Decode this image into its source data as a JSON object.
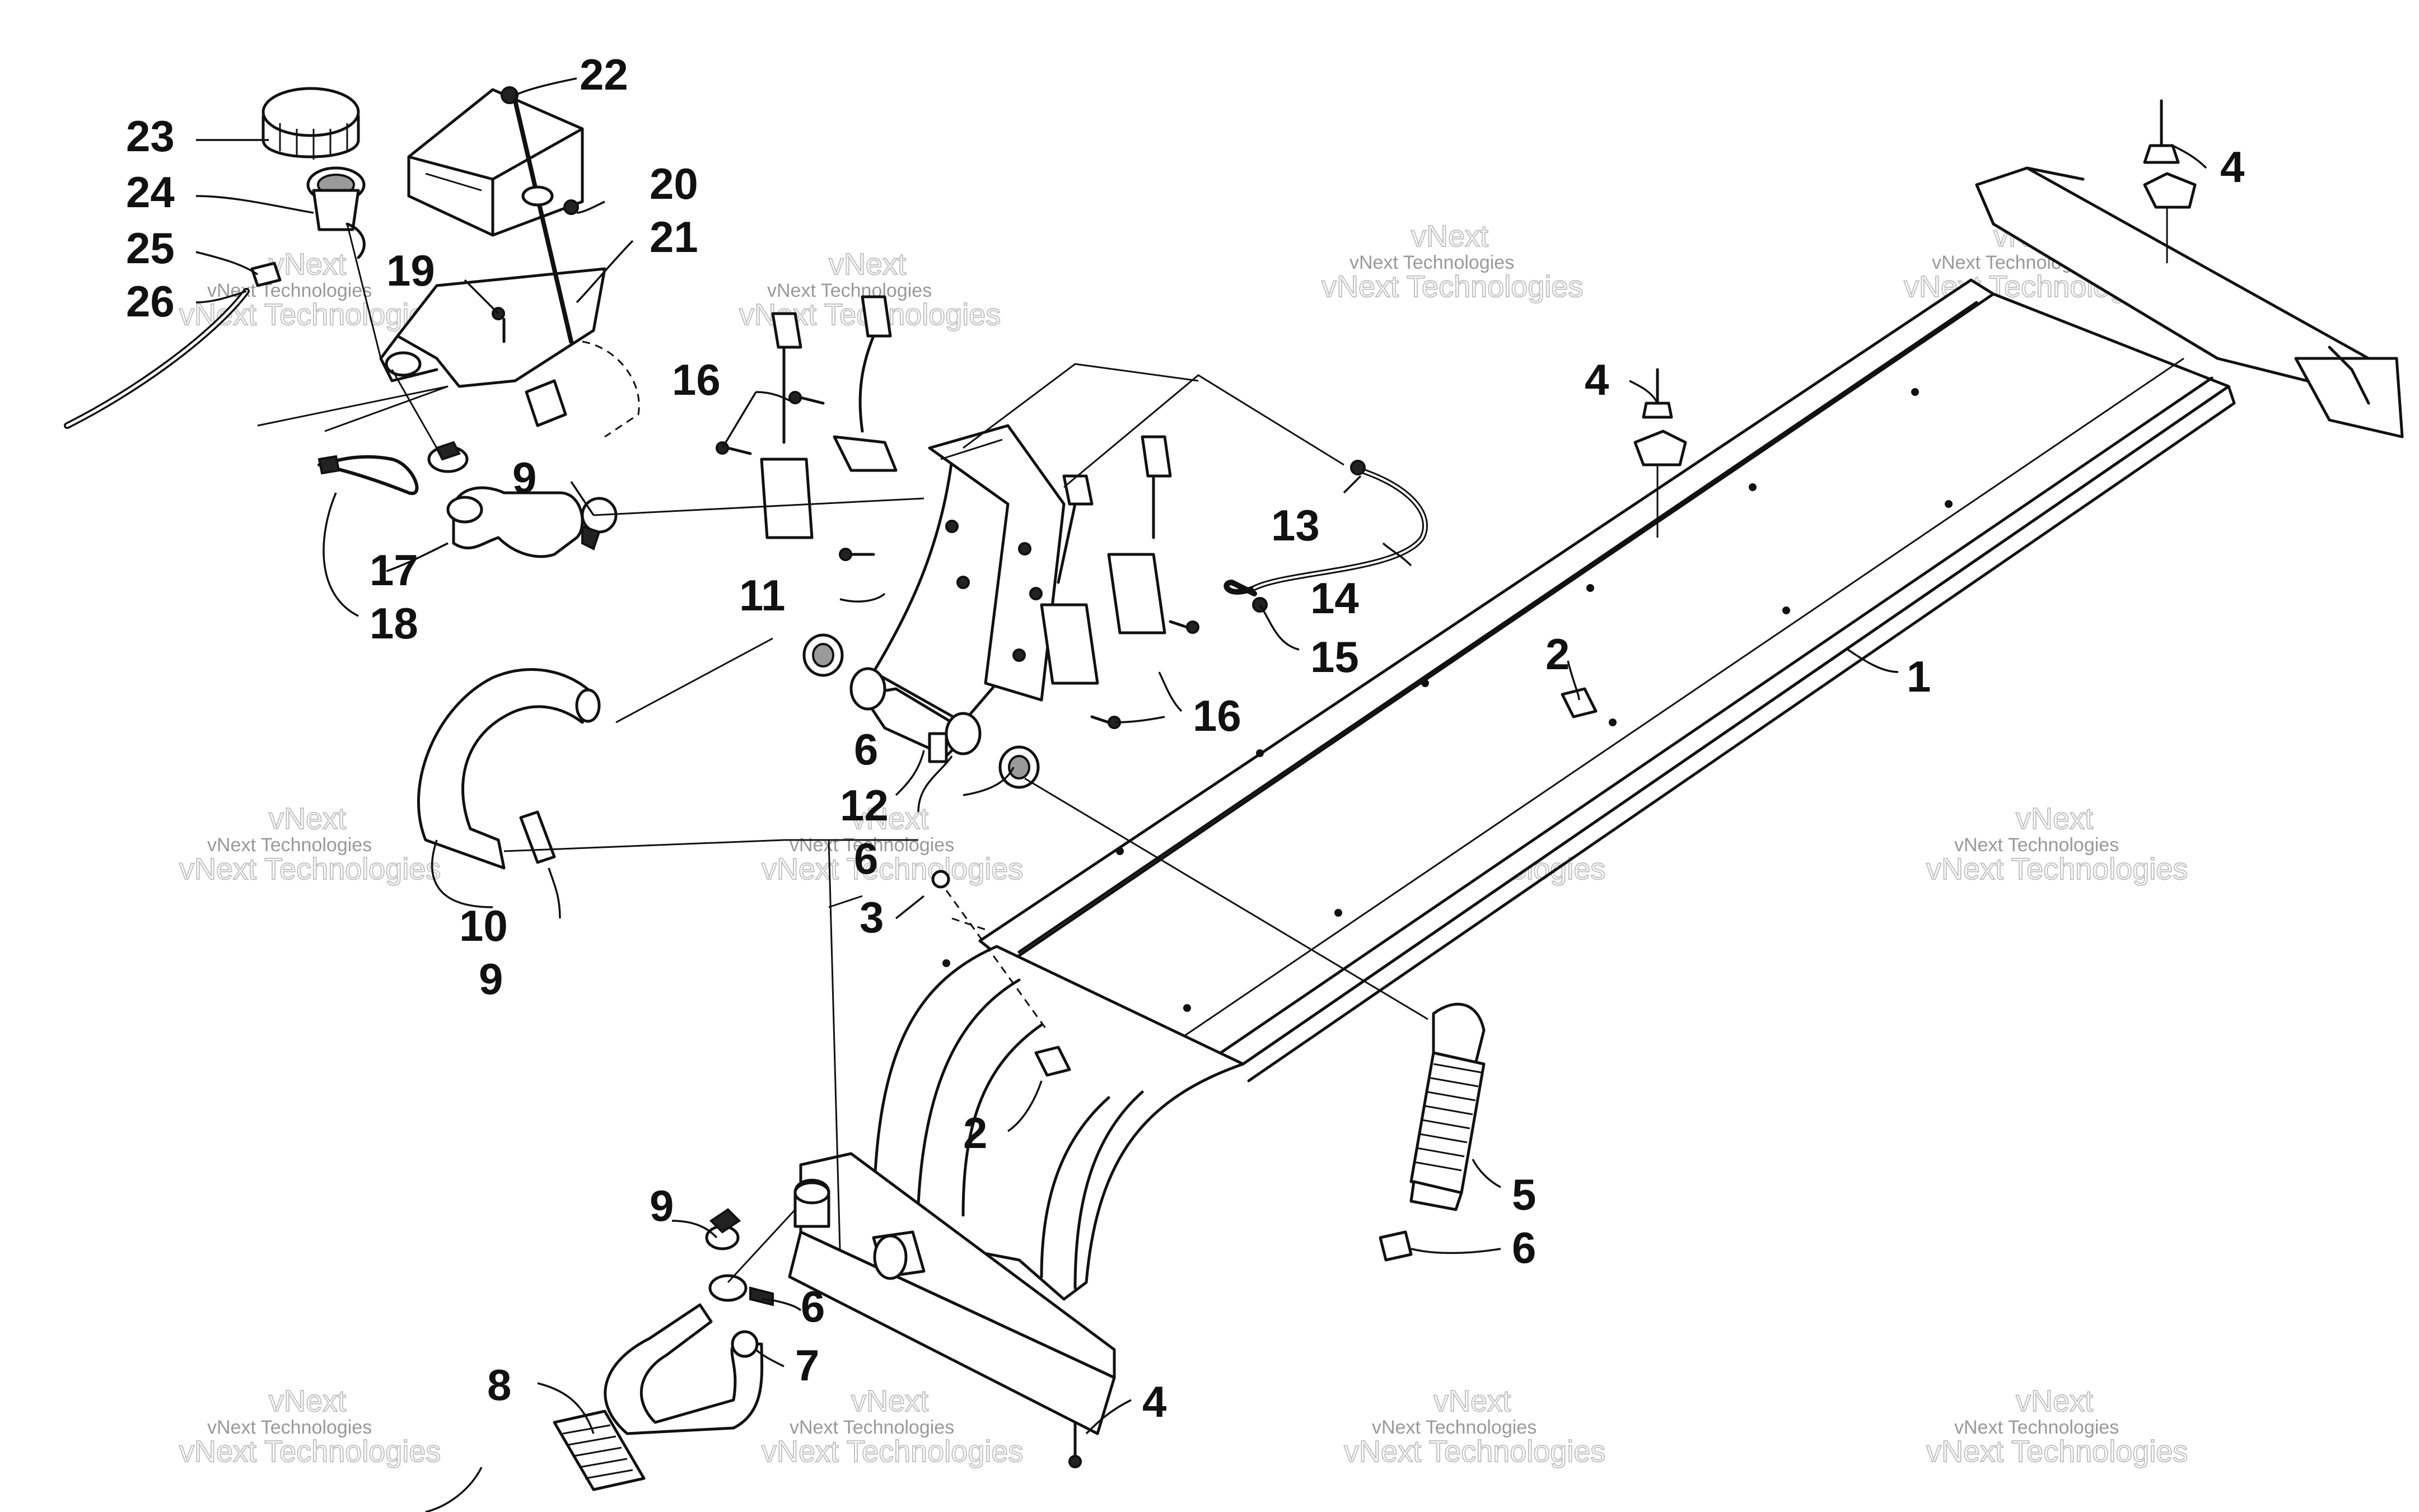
{
  "watermark": {
    "text": "vNext Technologies",
    "short": "vNext"
  },
  "callouts": [
    {
      "id": "c1",
      "label": "1"
    },
    {
      "id": "c2a",
      "label": "2"
    },
    {
      "id": "c2b",
      "label": "2"
    },
    {
      "id": "c3",
      "label": "3"
    },
    {
      "id": "c4a",
      "label": "4"
    },
    {
      "id": "c4b",
      "label": "4"
    },
    {
      "id": "c4c",
      "label": "4"
    },
    {
      "id": "c5",
      "label": "5"
    },
    {
      "id": "c6a",
      "label": "6"
    },
    {
      "id": "c6b",
      "label": "6"
    },
    {
      "id": "c6c",
      "label": "6"
    },
    {
      "id": "c6d",
      "label": "6"
    },
    {
      "id": "c7",
      "label": "7"
    },
    {
      "id": "c8",
      "label": "8"
    },
    {
      "id": "c9a",
      "label": "9"
    },
    {
      "id": "c9b",
      "label": "9"
    },
    {
      "id": "c9c",
      "label": "9"
    },
    {
      "id": "c10",
      "label": "10"
    },
    {
      "id": "c11",
      "label": "11"
    },
    {
      "id": "c12",
      "label": "12"
    },
    {
      "id": "c13",
      "label": "13"
    },
    {
      "id": "c14",
      "label": "14"
    },
    {
      "id": "c15",
      "label": "15"
    },
    {
      "id": "c16a",
      "label": "16"
    },
    {
      "id": "c16b",
      "label": "16"
    },
    {
      "id": "c17",
      "label": "17"
    },
    {
      "id": "c18",
      "label": "18"
    },
    {
      "id": "c19",
      "label": "19"
    },
    {
      "id": "c20",
      "label": "20"
    },
    {
      "id": "c21",
      "label": "21"
    },
    {
      "id": "c22",
      "label": "22"
    },
    {
      "id": "c23",
      "label": "23"
    },
    {
      "id": "c24",
      "label": "24"
    },
    {
      "id": "c25",
      "label": "25"
    },
    {
      "id": "c26",
      "label": "26"
    }
  ]
}
